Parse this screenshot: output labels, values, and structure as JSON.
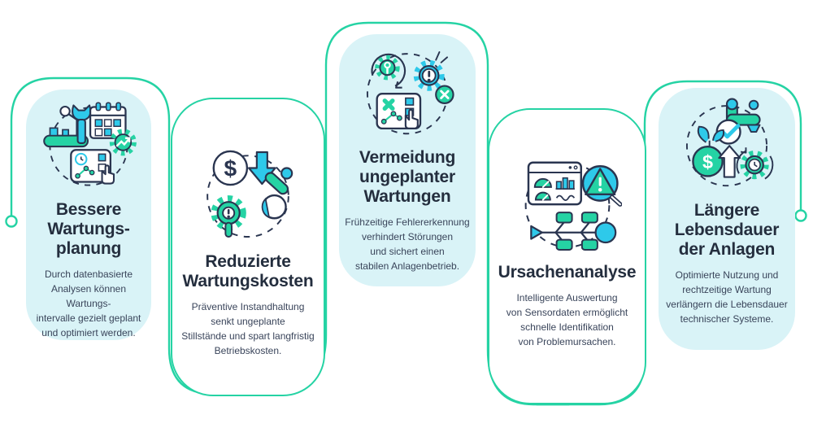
{
  "page": {
    "background": "#ffffff"
  },
  "colors": {
    "line_teal": "#25d3a4",
    "accent_cyan": "#2ec9ea",
    "card_cyan_bg": "#d9f3f7",
    "card_white_bg": "#ffffff",
    "icon_outline_dark": "#2a3550",
    "title_color": "#242e3e",
    "body_color": "#39445a"
  },
  "connectors": {
    "left_terminal": "circle-endpoint",
    "right_terminal": "circle-endpoint"
  },
  "cards": [
    {
      "id": "bessere-wartungsplanung",
      "variant": "cyan",
      "icon": "maintenance-planning-icon",
      "title": "Bessere\nWartungs-\nplanung",
      "description": "Durch datenbasierte\nAnalysen können Wartungs-\nintervalle gezielt geplant\nund optimiert werden."
    },
    {
      "id": "reduzierte-wartungskosten",
      "variant": "white",
      "icon": "cost-reduction-icon",
      "title": "Reduzierte\nWartungskosten",
      "description": "Präventive Instandhaltung\nsenkt ungeplante\nStillstände und spart langfristig\nBetriebskosten."
    },
    {
      "id": "vermeidung-ungeplanter-wartungen",
      "variant": "cyan",
      "icon": "error-prevention-icon",
      "title": "Vermeidung\nungeplanter\nWartungen",
      "description": "Frühzeitige Fehlererkennung\nverhindert Störungen\nund sichert einen\nstabilen Anlagenbetrieb."
    },
    {
      "id": "ursachenanalyse",
      "variant": "white",
      "icon": "root-cause-analysis-icon",
      "title": "Ursachenanalyse",
      "description": "Intelligente Auswertung\nvon Sensordaten ermöglicht\nschnelle Identifikation\nvon Problemursachen."
    },
    {
      "id": "laengere-lebensdauer",
      "variant": "cyan",
      "icon": "asset-lifespan-icon",
      "title": "Längere\nLebensdauer\nder Anlagen",
      "description": "Optimierte Nutzung und\nrechtzeitige Wartung\nverlängern die Lebensdauer\ntechnischer Systeme."
    }
  ]
}
